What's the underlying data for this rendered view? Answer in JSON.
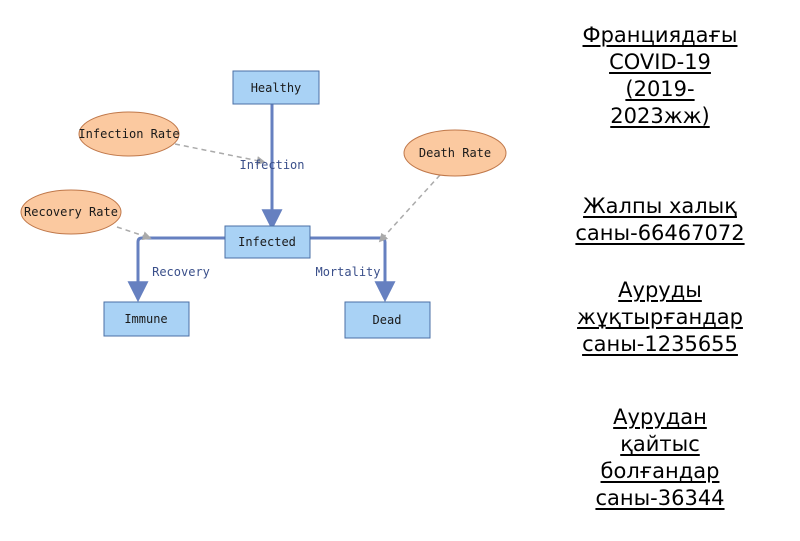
{
  "diagram": {
    "nodes": {
      "healthy": "Healthy",
      "infected": "Infected",
      "immune": "Immune",
      "dead": "Dead"
    },
    "rates": {
      "infection_rate": "Infection Rate",
      "recovery_rate": "Recovery Rate",
      "death_rate": "Death Rate"
    },
    "flows": {
      "infection": "Infection",
      "recovery": "Recovery",
      "mortality": "Mortality"
    },
    "colors": {
      "box_fill": "#a9d2f5",
      "box_stroke": "#4a6fa5",
      "oval_fill": "#fbc9a0",
      "oval_stroke": "#c0784a",
      "flow_stroke": "#6680c0",
      "dashed_stroke": "#aaaaaa"
    }
  },
  "info": {
    "title": [
      "Франциядағы",
      "COVID-19",
      "(2019-",
      "2023жж)"
    ],
    "population": [
      "Жалпы халық",
      "саны-66467072"
    ],
    "infected": [
      "Ауруды",
      "жұқтырғандар",
      "саны-1235655"
    ],
    "deaths": [
      "Аурудан",
      "қайтыс",
      "болғандар",
      "саны-36344"
    ]
  }
}
